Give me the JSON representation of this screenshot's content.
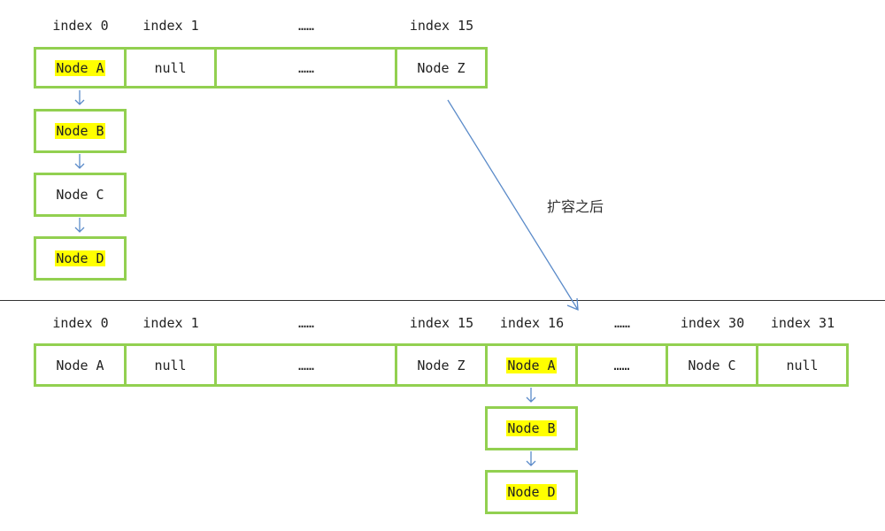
{
  "before": {
    "labels": [
      "index 0",
      "index 1",
      "……",
      "index 15"
    ],
    "cells": [
      {
        "text": "Node A",
        "highlight": true
      },
      {
        "text": "null",
        "highlight": false
      },
      {
        "text": "……",
        "highlight": false
      },
      {
        "text": "Node Z",
        "highlight": false
      }
    ],
    "chain": [
      {
        "text": "Node B",
        "highlight": true
      },
      {
        "text": "Node C",
        "highlight": false
      },
      {
        "text": "Node D",
        "highlight": true
      }
    ]
  },
  "transition_label": "扩容之后",
  "after": {
    "labels": [
      "index 0",
      "index 1",
      "……",
      "index 15",
      "index 16",
      "……",
      "index 30",
      "index 31"
    ],
    "cells": [
      {
        "text": "Node A",
        "highlight": false
      },
      {
        "text": "null",
        "highlight": false
      },
      {
        "text": "……",
        "highlight": false
      },
      {
        "text": "Node Z",
        "highlight": false
      },
      {
        "text": "Node A",
        "highlight": true
      },
      {
        "text": "……",
        "highlight": false
      },
      {
        "text": "Node C",
        "highlight": false
      },
      {
        "text": "null",
        "highlight": false
      }
    ],
    "chain": [
      {
        "text": "Node B",
        "highlight": true
      },
      {
        "text": "Node D",
        "highlight": true
      }
    ]
  },
  "colors": {
    "border": "#92d050",
    "highlight": "#ffff00",
    "arrow": "#5b8bc9"
  }
}
